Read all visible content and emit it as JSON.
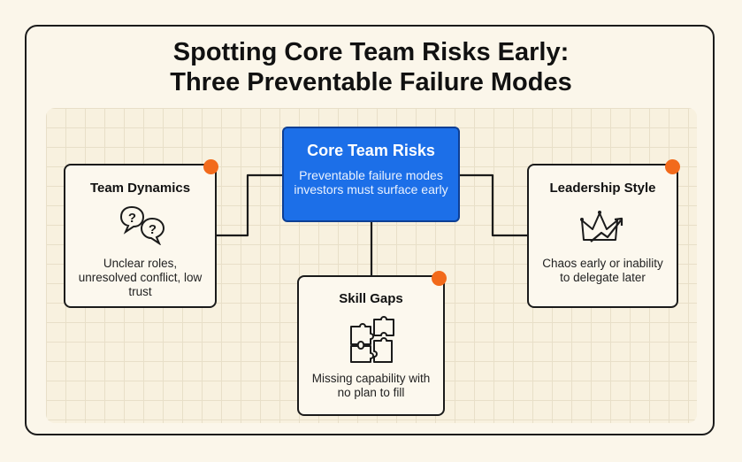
{
  "title": {
    "line1": "Spotting Core Team Risks Early:",
    "line2": "Three Preventable Failure Modes"
  },
  "core": {
    "title": "Core Team Risks",
    "description": "Preventable failure modes investors must surface early"
  },
  "cards": {
    "team_dynamics": {
      "title": "Team Dynamics",
      "description": "Unclear roles, unresolved conflict, low trust",
      "icon": "speech-bubbles-question-icon"
    },
    "leadership_style": {
      "title": "Leadership Style",
      "description": "Chaos early or inability to delegate later",
      "icon": "crown-trend-icon"
    },
    "skill_gaps": {
      "title": "Skill Gaps",
      "description": "Missing capability with no plan to fill",
      "icon": "puzzle-icon"
    }
  },
  "colors": {
    "accent_blue": "#1c6fe8",
    "status_dot": "#f26a1b",
    "background": "#fbf6ea"
  }
}
